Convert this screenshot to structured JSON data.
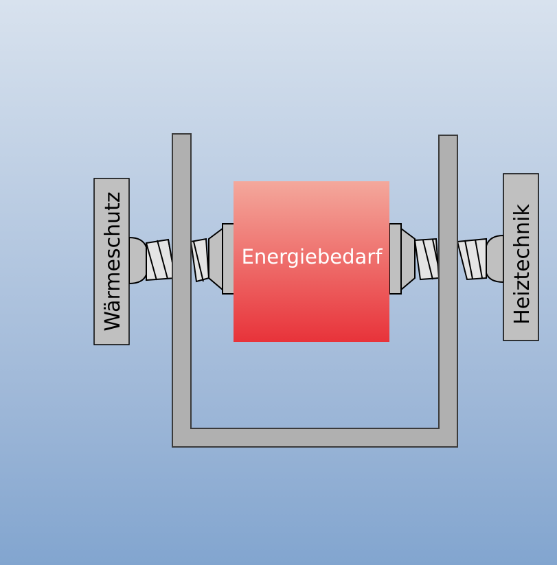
{
  "diagram": {
    "left_label": "Wärmeschutz",
    "right_label": "Heiztechnik",
    "center_label": "Energiebedarf"
  },
  "colors": {
    "frame": "#b0b0b0",
    "box": "#c0c0c0",
    "center_top": "#f4a89c",
    "center_bottom": "#e8333a",
    "screw": "#e4e4e4"
  }
}
